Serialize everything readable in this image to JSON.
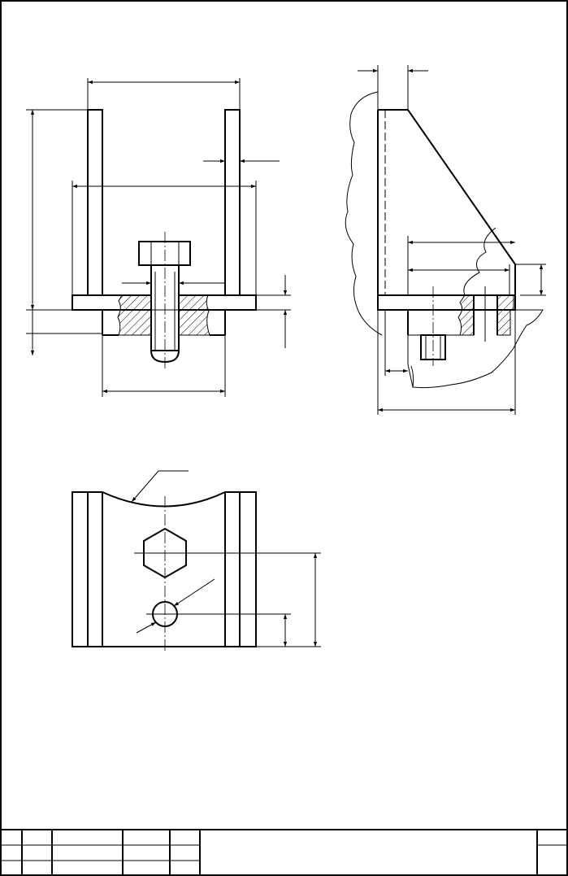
{
  "drawing": {
    "type": "technical-drawing",
    "views": [
      "front-section",
      "side-view",
      "top-view"
    ],
    "line_color": "#000000",
    "background": "#ffffff"
  },
  "title_block": {
    "text": ""
  }
}
